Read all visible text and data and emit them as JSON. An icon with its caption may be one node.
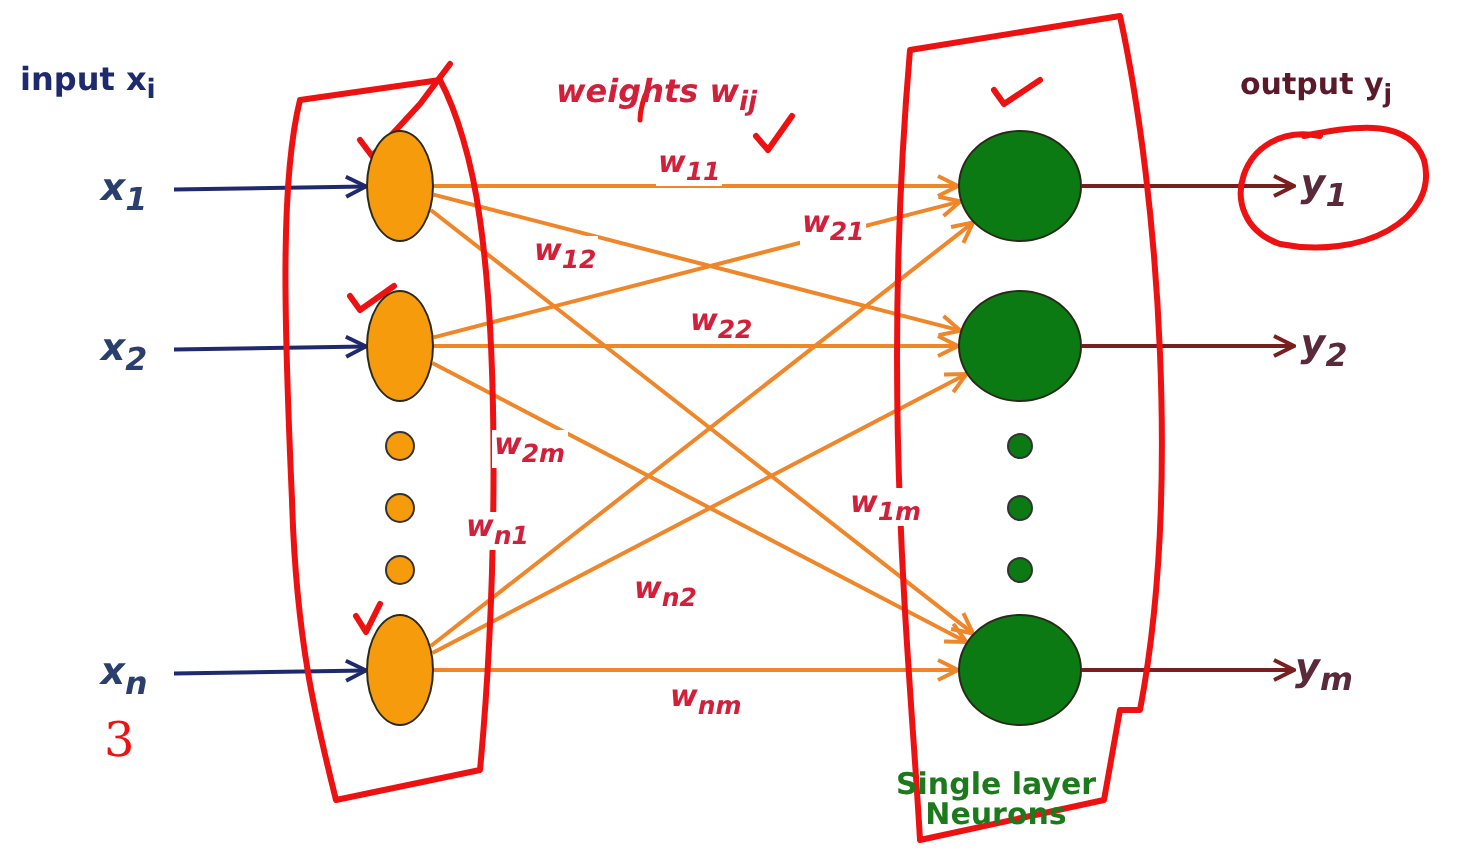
{
  "diagram": {
    "nodes": [
      {
        "text": [
          "x$_{1}$"
        ]
      },
      {
        "text": [
          "x$_{2}$"
        ]
      },
      {
        "text": [
          "x$_{n}$"
        ]
      },
      {
        "text": [],
        "shape": "circle"
      },
      {
        "text": [],
        "shape": "circle"
      },
      {
        "text": [],
        "shape": "circle"
      },
      {
        "text": [],
        "shape": "circle"
      },
      {
        "text": [],
        "shape": "circle"
      },
      {
        "text": [],
        "shape": "circle"
      },
      {
        "text": [
          "y$_{1}$"
        ]
      },
      {
        "text": [
          "y$_{2}$"
        ]
      },
      {
        "text": [
          "y$_{m}$"
        ]
      }
    ],
    "edges": [
      {
        "from": 0,
        "to": 3,
        "arrow": "to",
        "color": "#1f2a6e"
      },
      {
        "from": 1,
        "to": 4,
        "arrow": "to",
        "color": "#1f2a6e"
      },
      {
        "from": 2,
        "to": 5,
        "arrow": "to",
        "color": "#1f2a6e"
      },
      {
        "from": 3,
        "to": 6,
        "arrow": "to",
        "label": "w$_{11}$"
      },
      {
        "from": 3,
        "to": 7,
        "arrow": "to",
        "label": "w$_{12}$"
      },
      {
        "from": 3,
        "to": 8,
        "arrow": "to",
        "label": "w$_{1m}$"
      },
      {
        "from": 4,
        "to": 6,
        "arrow": "to",
        "label": "w$_{21}$"
      },
      {
        "from": 4,
        "to": 7,
        "arrow": "to",
        "label": "w$_{22}$"
      },
      {
        "from": 4,
        "to": 8,
        "arrow": "to",
        "label": "w$_{2m}$"
      },
      {
        "from": 5,
        "to": 6,
        "arrow": "to",
        "label": "w$_{n1}$"
      },
      {
        "from": 5,
        "to": 7,
        "arrow": "to",
        "label": "w$_{n2}$"
      },
      {
        "from": 5,
        "to": 8,
        "arrow": "to",
        "label": "w$_{nm}$"
      },
      {
        "from": 6,
        "to": 9,
        "arrow": "to",
        "color": "#7a1f1f"
      },
      {
        "from": 7,
        "to": 10,
        "arrow": "to",
        "color": "#7a1f1f"
      },
      {
        "from": 8,
        "to": 11,
        "arrow": "to",
        "color": "#7a1f1f"
      }
    ],
    "labels": [
      "input x$_{i}$",
      "weights w$_{ij}$",
      "output y$_{j}$",
      "Single layer Neurons",
      "3"
    ]
  }
}
